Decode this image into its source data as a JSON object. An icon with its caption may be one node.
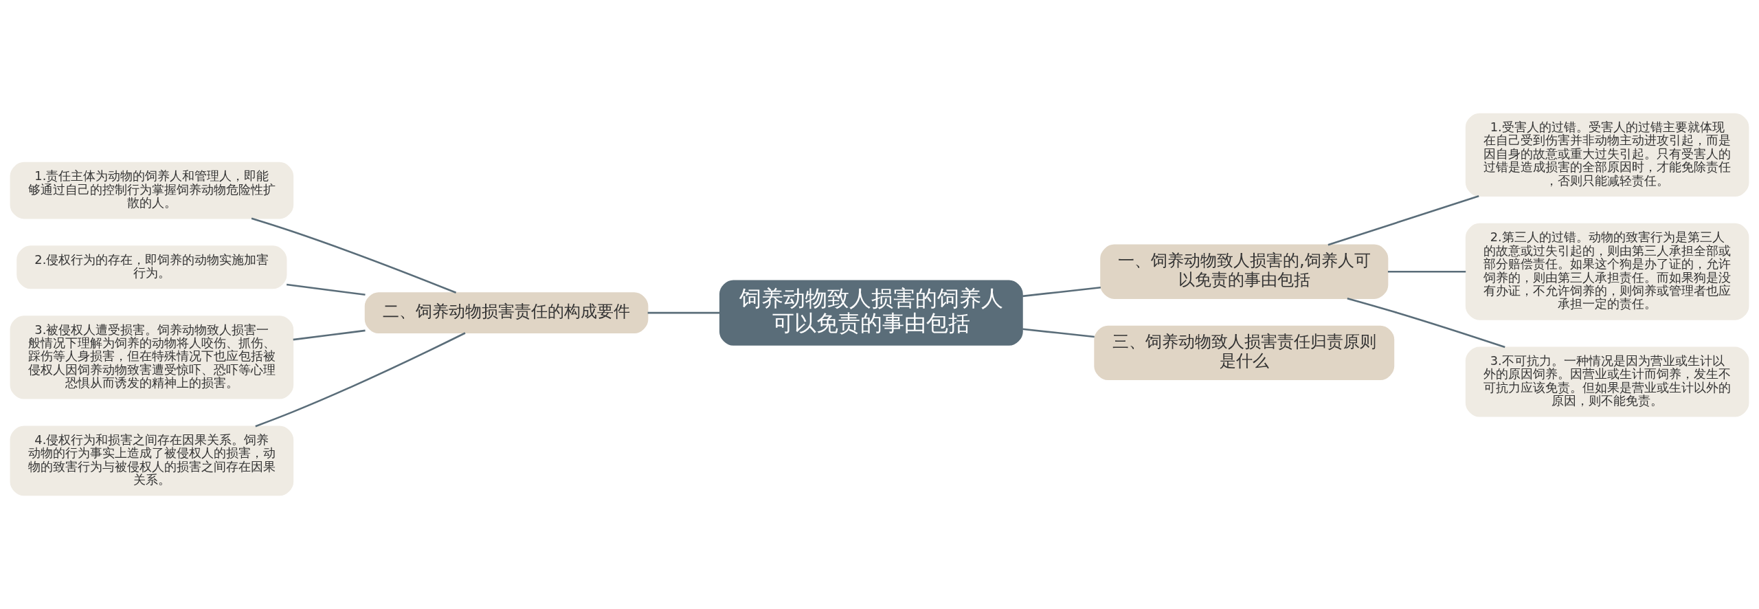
{
  "diagram": {
    "nodes": [
      {
        "text": [
          "饲养动物致人损害的饲养人可以免责的事由包括"
        ]
      },
      {
        "text": [
          "一、饲养动物致人损害的,饲养人可以免责的事由包括"
        ]
      },
      {
        "text": [
          "1.受害人的过错。受害人的过错主要就体现在自己受到伤害并非动物主动进攻引起，而是因自身的故意或重大过失引起。只有受害人的过错是造成损害的全部原因时，才能免除责任，否则只能减轻责任。"
        ]
      },
      {
        "text": [
          "2.第三人的过错。动物的致害行为是第三人的故意或过失引起的，则由第三人承担全部或部分赔偿责任。如果这个狗是办了证的，允许饲养的，则由第三人承担责任。而如果狗是没有办证，不允许饲养的，则饲养或管理者也应承担一定的责任。"
        ]
      },
      {
        "text": [
          "3.不可抗力。一种情况是因为营业或生计以外的原因饲养。因营业或生计而饲养，发生不可抗力应该免责。但如果是营业或生计以外的原因，则不能免责。"
        ]
      },
      {
        "text": [
          "二、饲养动物损害责任的构成要件"
        ]
      },
      {
        "text": [
          "1.责任主体为动物的饲养人和管理人，即能够通过自己的控制行为掌握饲养动物危险性扩散的人。"
        ]
      },
      {
        "text": [
          "2.侵权行为的存在，即饲养的动物实施加害行为。"
        ]
      },
      {
        "text": [
          "3.被侵权人遭受损害。饲养动物致人损害一般情况下理解为饲养的动物将人咬伤、抓伤、踩伤等人身损害，但在特殊情况下也应包括被侵权人因饲养动物致害遭受惊吓、恐吓等心理恐惧从而诱发的精神上的损害。"
        ]
      },
      {
        "text": [
          "4.侵权行为和损害之间存在因果关系。饲养动物的行为事实上造成了被侵权人的损害，动物的致害行为与被侵权人的损害之间存在因果关系。"
        ]
      },
      {
        "text": [
          "三、饲养动物致人损害责任归责原则是什么"
        ]
      }
    ],
    "edges": [
      {
        "from": 0,
        "to": 1,
        "arrow": "none"
      },
      {
        "from": 1,
        "to": 2,
        "arrow": "none"
      },
      {
        "from": 1,
        "to": 3,
        "arrow": "none"
      },
      {
        "from": 1,
        "to": 4,
        "arrow": "none"
      },
      {
        "from": 0,
        "to": 5,
        "arrow": "none"
      },
      {
        "from": 5,
        "to": 6,
        "arrow": "none"
      },
      {
        "from": 5,
        "to": 7,
        "arrow": "none"
      },
      {
        "from": 5,
        "to": 8,
        "arrow": "none"
      },
      {
        "from": 5,
        "to": 9,
        "arrow": "none"
      },
      {
        "from": 0,
        "to": 10,
        "arrow": "none"
      }
    ]
  }
}
